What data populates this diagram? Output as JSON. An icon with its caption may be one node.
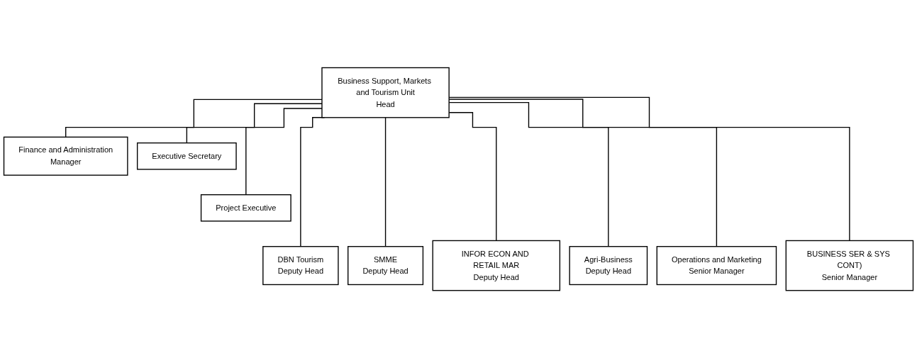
{
  "diagram": {
    "nodes": [
      {
        "text": [
          "Business Support, Markets and Tourism Unit",
          "Head"
        ]
      },
      {
        "text": [
          "Finance and Administration",
          "Manager"
        ]
      },
      {
        "text": [
          "Executive Secretary"
        ]
      },
      {
        "text": [
          "Project Executive"
        ]
      },
      {
        "text": [
          "DBN Tourism",
          "Deputy Head"
        ]
      },
      {
        "text": [
          "SMME",
          "Deputy Head"
        ]
      },
      {
        "text": [
          "INFOR ECON AND RETAIL MAR",
          "Deputy Head"
        ]
      },
      {
        "text": [
          "Agri-Business",
          "Deputy Head"
        ]
      },
      {
        "text": [
          "Operations and Marketing",
          "Senior Manager"
        ]
      },
      {
        "text": [
          "BUSINESS SER & SYS CONT)",
          "Senior Manager"
        ]
      }
    ],
    "edges": [
      {
        "from": 0,
        "to": 1,
        "arrow": "none"
      },
      {
        "from": 0,
        "to": 2,
        "arrow": "none"
      },
      {
        "from": 0,
        "to": 3,
        "arrow": "none"
      },
      {
        "from": 0,
        "to": 4,
        "arrow": "none"
      },
      {
        "from": 0,
        "to": 5,
        "arrow": "none"
      },
      {
        "from": 0,
        "to": 6,
        "arrow": "none"
      },
      {
        "from": 0,
        "to": 7,
        "arrow": "none"
      },
      {
        "from": 0,
        "to": 8,
        "arrow": "none"
      },
      {
        "from": 0,
        "to": 9,
        "arrow": "none"
      }
    ]
  }
}
